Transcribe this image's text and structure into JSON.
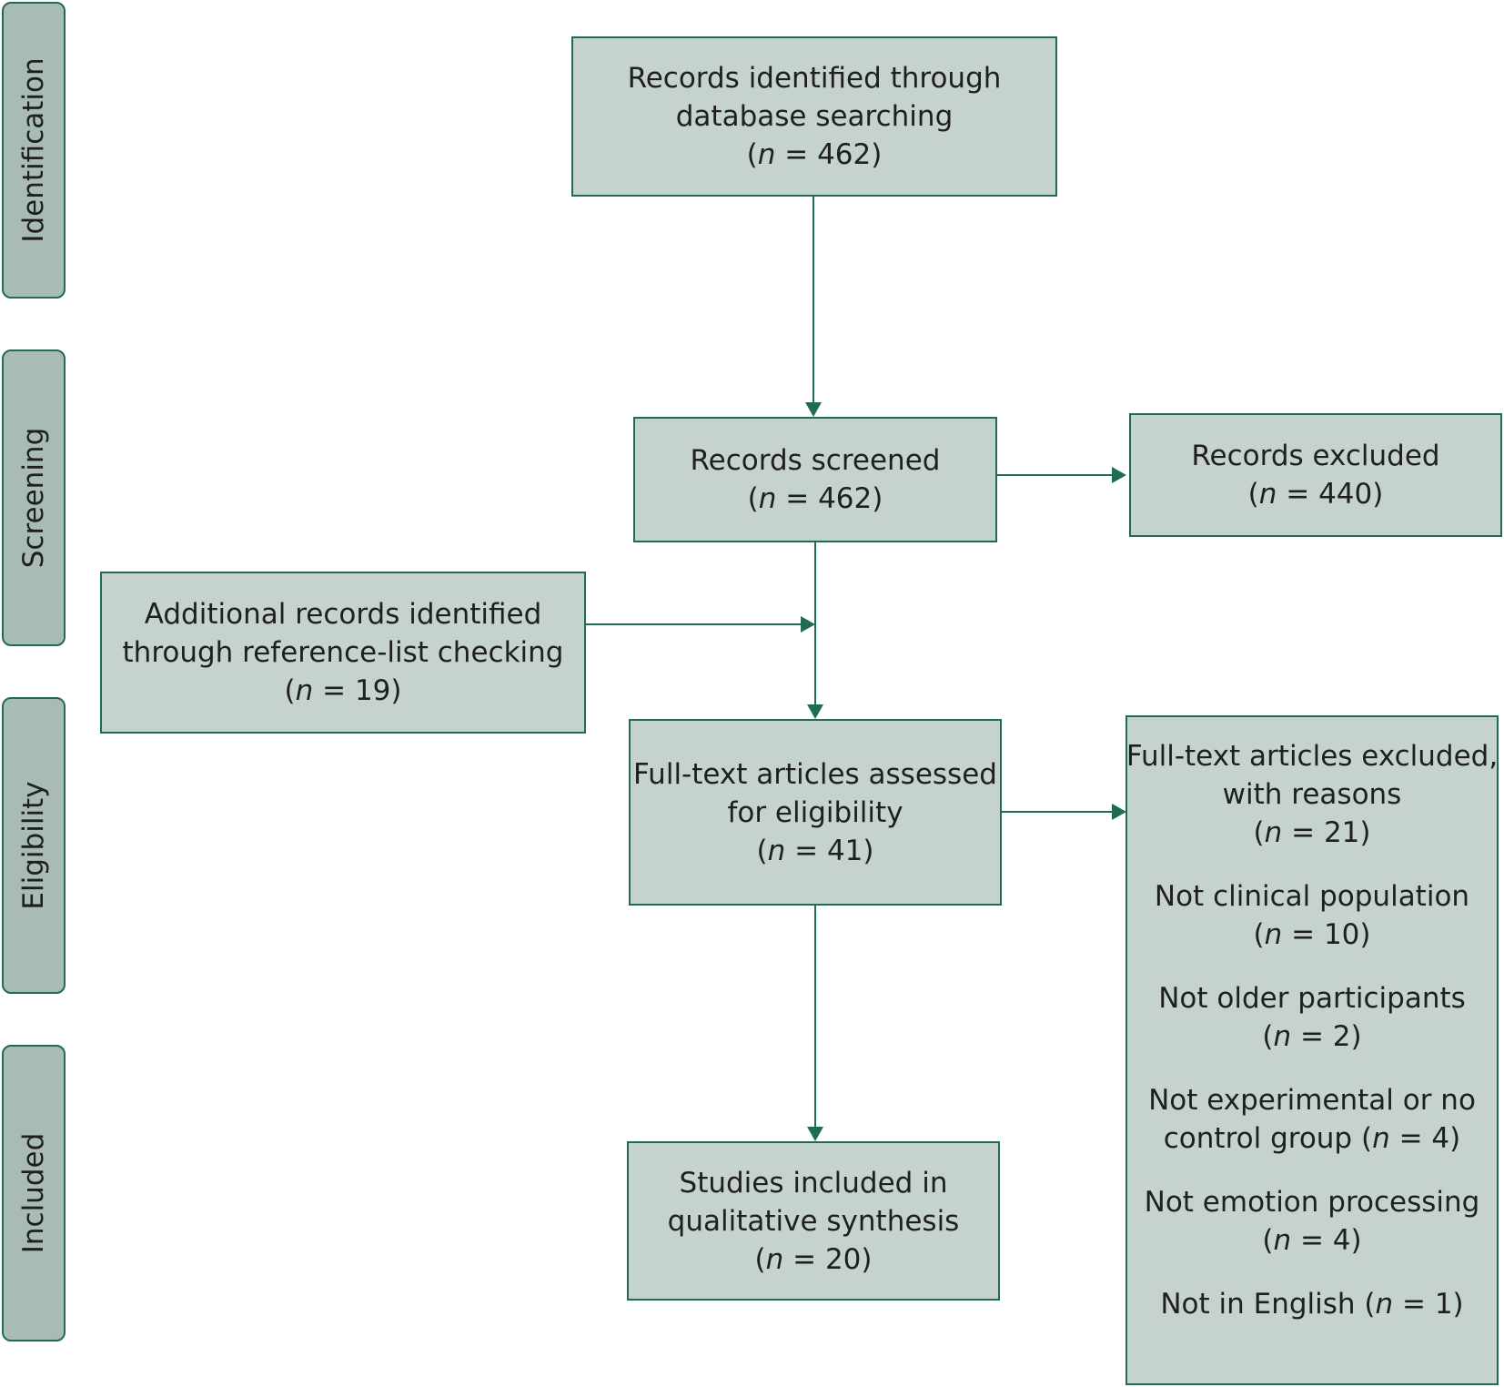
{
  "phases": {
    "identification": "Identification",
    "screening": "Screening",
    "eligibility": "Eligibility",
    "included": "Included"
  },
  "nodes": {
    "identified": {
      "line1": "Records identified through",
      "line2": "database searching",
      "count": {
        "open": "(",
        "n": "n",
        "rest": " = 462)"
      }
    },
    "screened": {
      "line1": "Records screened",
      "count": {
        "open": "(",
        "n": "n",
        "rest": " = 462)"
      }
    },
    "excluded": {
      "line1": "Records excluded",
      "count": {
        "open": "(",
        "n": "n",
        "rest": " = 440)"
      }
    },
    "additional": {
      "line1": "Additional records identified",
      "line2": "through reference-list checking",
      "count": {
        "open": "(",
        "n": "n",
        "rest": " = 19)"
      }
    },
    "fulltext": {
      "line1": "Full-text articles assessed",
      "line2": "for eligibility",
      "count": {
        "open": "(",
        "n": "n",
        "rest": " = 41)"
      }
    },
    "fulltext_excluded": {
      "line1": "Full-text articles excluded,",
      "line2": "with reasons",
      "count": {
        "open": "(",
        "n": "n",
        "rest": " = 21)"
      },
      "reasons": [
        {
          "line1": "Not clinical population",
          "count": {
            "open": "(",
            "n": "n",
            "rest": " = 10)"
          }
        },
        {
          "line1": "Not older participants",
          "count": {
            "open": "(",
            "n": "n",
            "rest": " = 2)"
          }
        },
        {
          "line1": "Not experimental or no",
          "line2_pre": "control group (",
          "n": "n",
          "line2_post": " = 4)"
        },
        {
          "line1": "Not emotion processing",
          "count": {
            "open": "(",
            "n": "n",
            "rest": " = 4)"
          }
        },
        {
          "line1_pre": "Not in English (",
          "n": "n",
          "line1_post": " = 1)"
        }
      ]
    },
    "included": {
      "line1": "Studies included in",
      "line2": "qualitative synthesis",
      "count": {
        "open": "(",
        "n": "n",
        "rest": " = 20)"
      }
    }
  },
  "colors": {
    "box_fill": "#c5d3cc",
    "phase_fill": "#a9bcb3",
    "stroke": "#1f6b55"
  }
}
